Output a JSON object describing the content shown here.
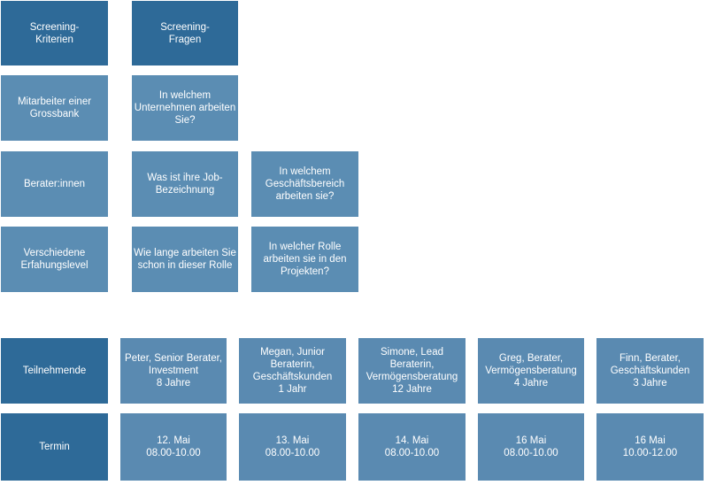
{
  "screening": {
    "criteria_header": [
      "Screening-",
      "Kriterien"
    ],
    "questions_header": [
      "Screening-",
      "Fragen"
    ],
    "rows": [
      {
        "criterion": [
          "Mitarbeiter einer",
          "Grossbank"
        ],
        "question1": [
          "In welchem",
          "Unternehmen arbeiten",
          "Sie?"
        ]
      },
      {
        "criterion": [
          "Berater:innen"
        ],
        "question1": [
          "Was ist ihre Job-",
          "Bezeichnung"
        ],
        "question2": [
          "In welchem",
          "Geschäftsbereich",
          "arbeiten sie?"
        ]
      },
      {
        "criterion": [
          "Verschiedene",
          "Erfahungslevel"
        ],
        "question1": [
          "Wie lange arbeiten Sie",
          "schon in dieser Rolle"
        ],
        "question2": [
          "In welcher Rolle",
          "arbeiten sie in den",
          "Projekten?"
        ]
      }
    ]
  },
  "participants": {
    "label": "Teilnehmende",
    "items": [
      [
        "Peter, Senior Berater,",
        "Investment",
        "8 Jahre"
      ],
      [
        "Megan, Junior",
        "Beraterin,",
        "Geschäftskunden",
        "1 Jahr"
      ],
      [
        "Simone, Lead",
        "Beraterin,",
        "Vermögensberatung",
        "12 Jahre"
      ],
      [
        "Greg, Berater,",
        "Vermögensberatung",
        "4 Jahre"
      ],
      [
        "Finn, Berater,",
        "Geschäftskunden",
        "3 Jahre"
      ]
    ]
  },
  "schedule": {
    "label": "Termin",
    "items": [
      [
        "12. Mai",
        "08.00-10.00"
      ],
      [
        "13. Mai",
        "08.00-10.00"
      ],
      [
        "14. Mai",
        "08.00-10.00"
      ],
      [
        "16 Mai",
        "08.00-10.00"
      ],
      [
        "16 Mai",
        "10.00-12.00"
      ]
    ]
  }
}
